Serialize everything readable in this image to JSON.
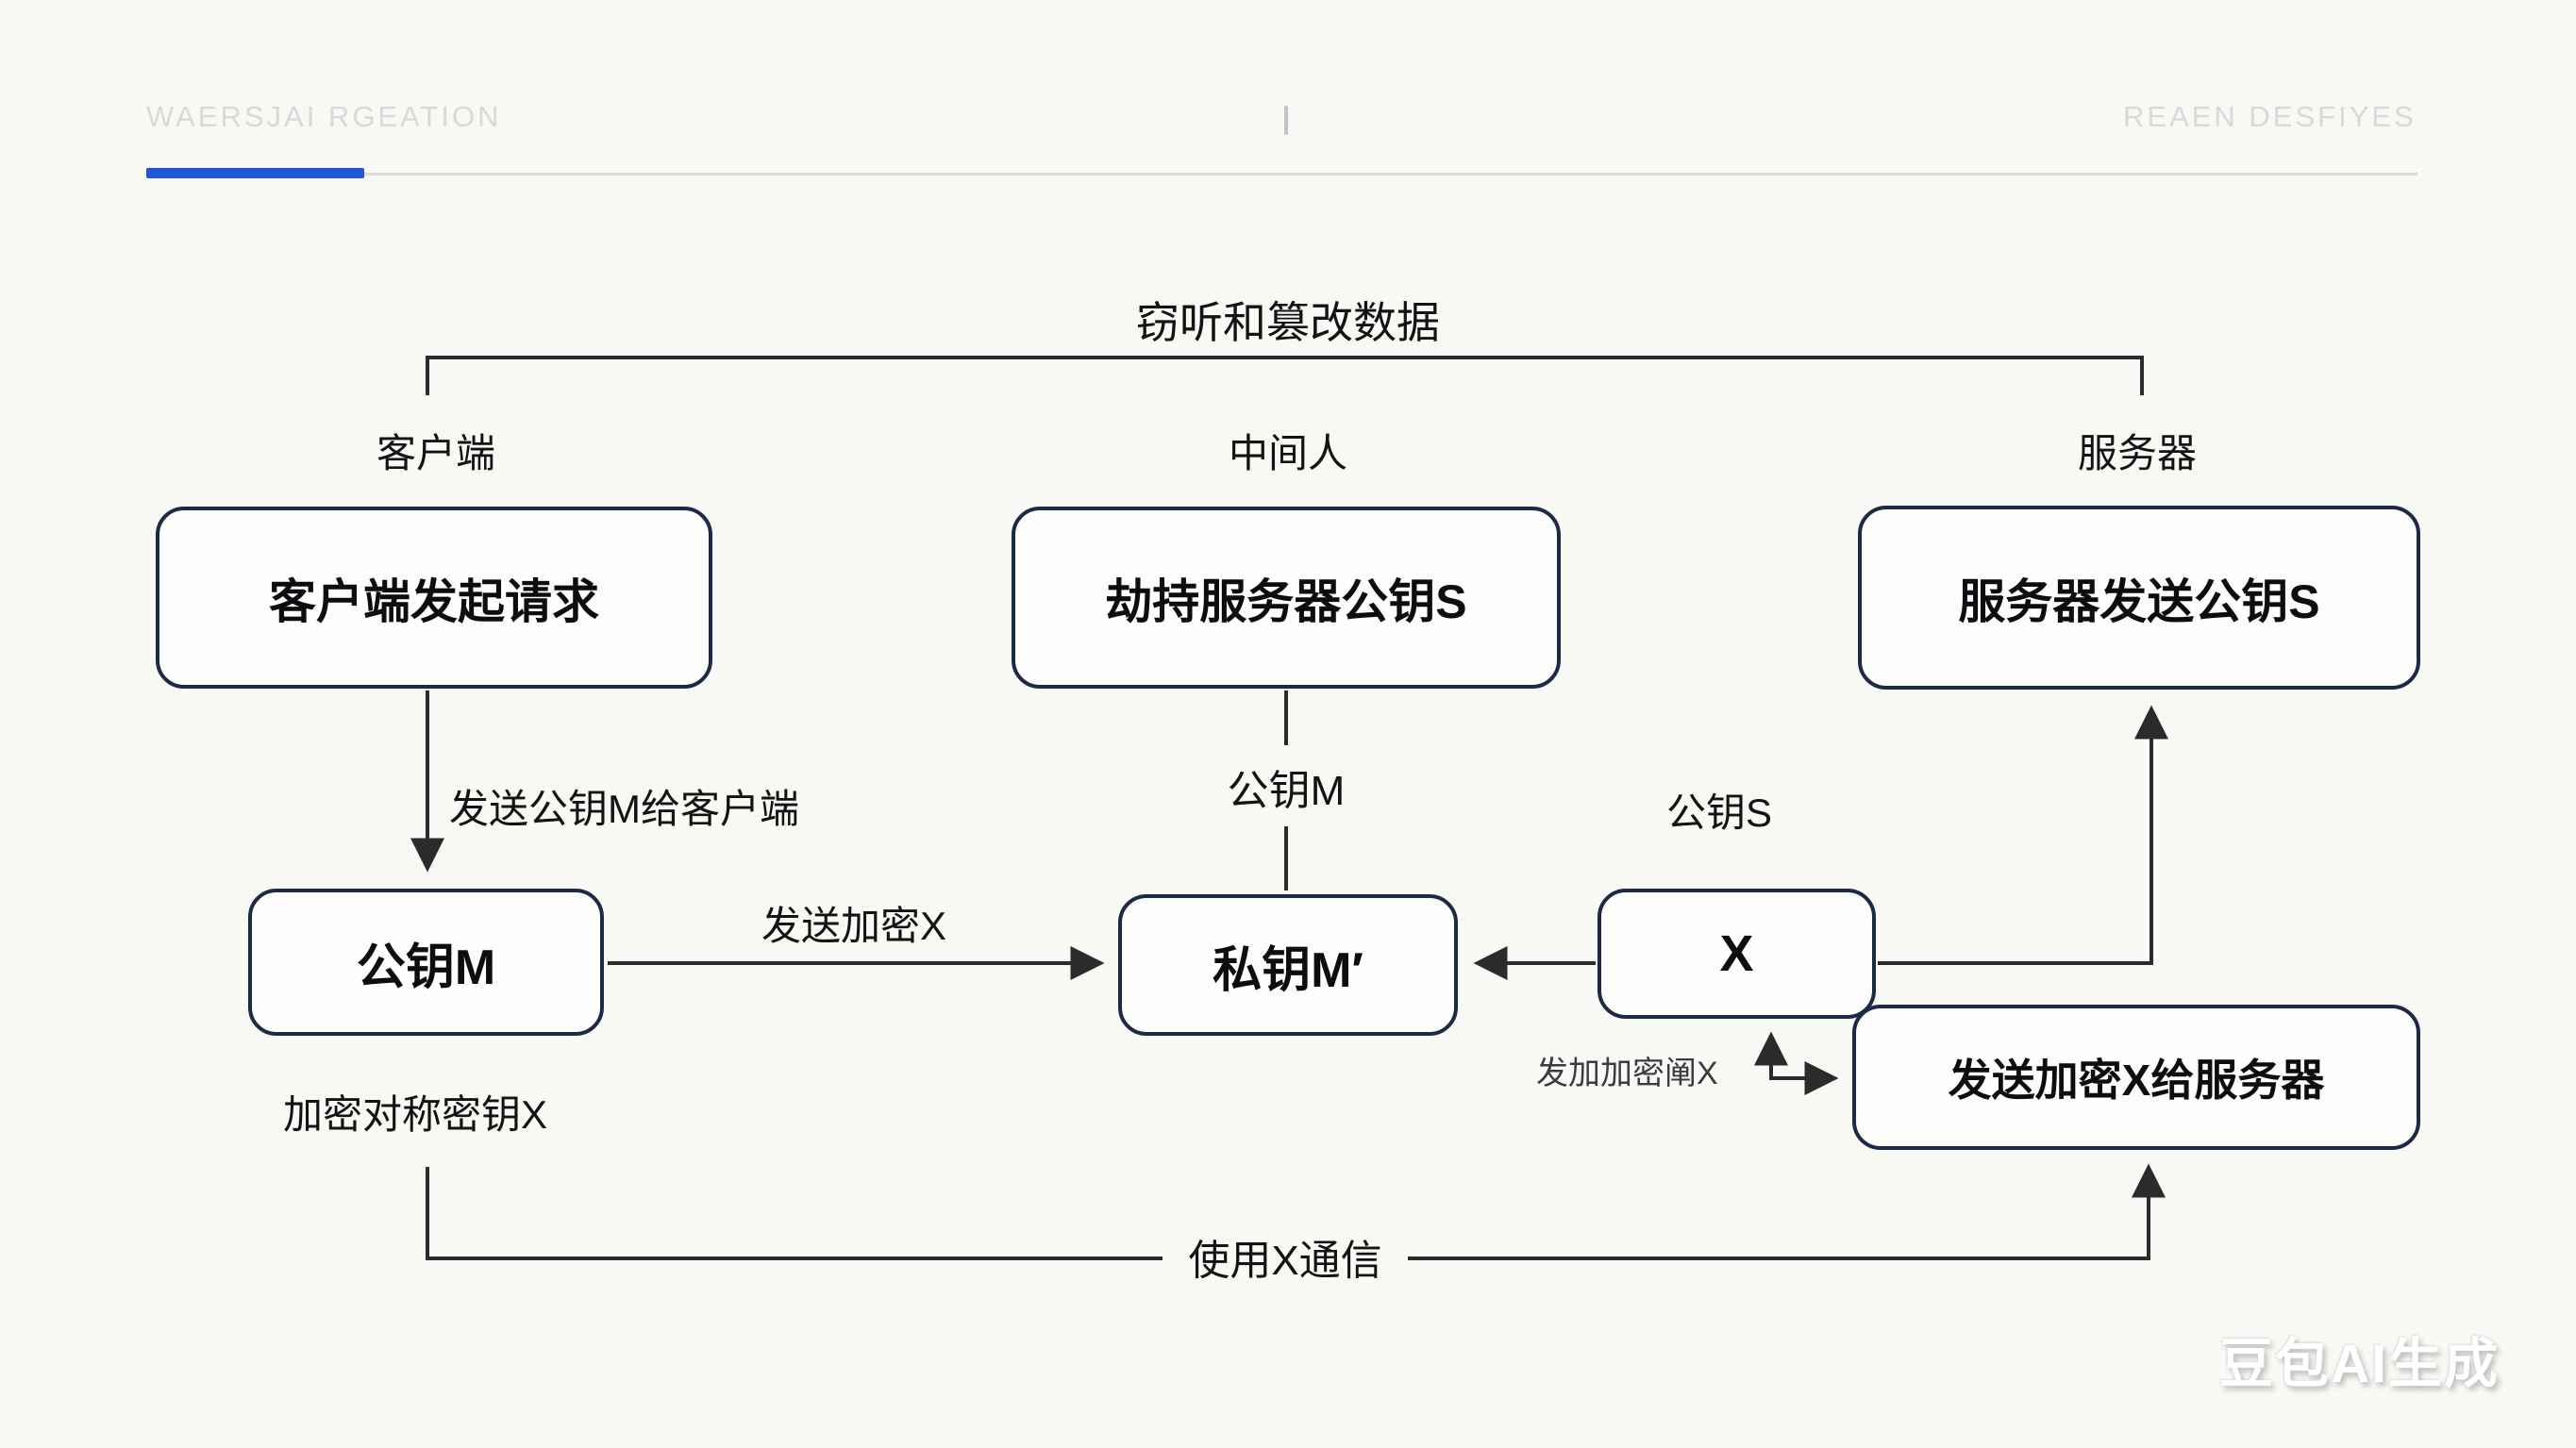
{
  "page": {
    "background": "#f8f8f5",
    "accent_blue": "#2256d8",
    "line_color": "#2b2b2e",
    "node_border": "#1d2a47"
  },
  "header": {
    "left_watermark": "WAERSJAI RGEATION",
    "center_mark": "|",
    "right_watermark": "REAEN DESFIYES"
  },
  "diagram": {
    "bracket_label": "窃听和篡改数据",
    "lanes": [
      {
        "label": "客户端"
      },
      {
        "label": "中间人"
      },
      {
        "label": "服务器"
      }
    ],
    "nodes": [
      {
        "id": "client-request",
        "label": "客户端发起请求"
      },
      {
        "id": "hijack-pubkey-s",
        "label": "劫持服务器公钥S"
      },
      {
        "id": "server-send-s",
        "label": "服务器发送公钥S"
      },
      {
        "id": "pubkey-m",
        "label": "公钥M"
      },
      {
        "id": "privkey-m",
        "label": "私钥M′"
      },
      {
        "id": "x-key",
        "label": "X"
      },
      {
        "id": "send-x-to-server",
        "label": "发送加密X给服务器"
      }
    ],
    "edge_labels": {
      "send_m_to_client": "发送公钥M给客户端",
      "pubkey_m_mid": "公钥M",
      "send_encrypted_x": "发送加密X",
      "pubkey_s": "公钥S",
      "encrypt_symmetric_x": "加密对称密钥X",
      "send_encrypted_small": "发加加密阐X",
      "use_x_comm": "使用X通信"
    }
  },
  "footer": {
    "brand_watermark": "豆包AI生成"
  }
}
